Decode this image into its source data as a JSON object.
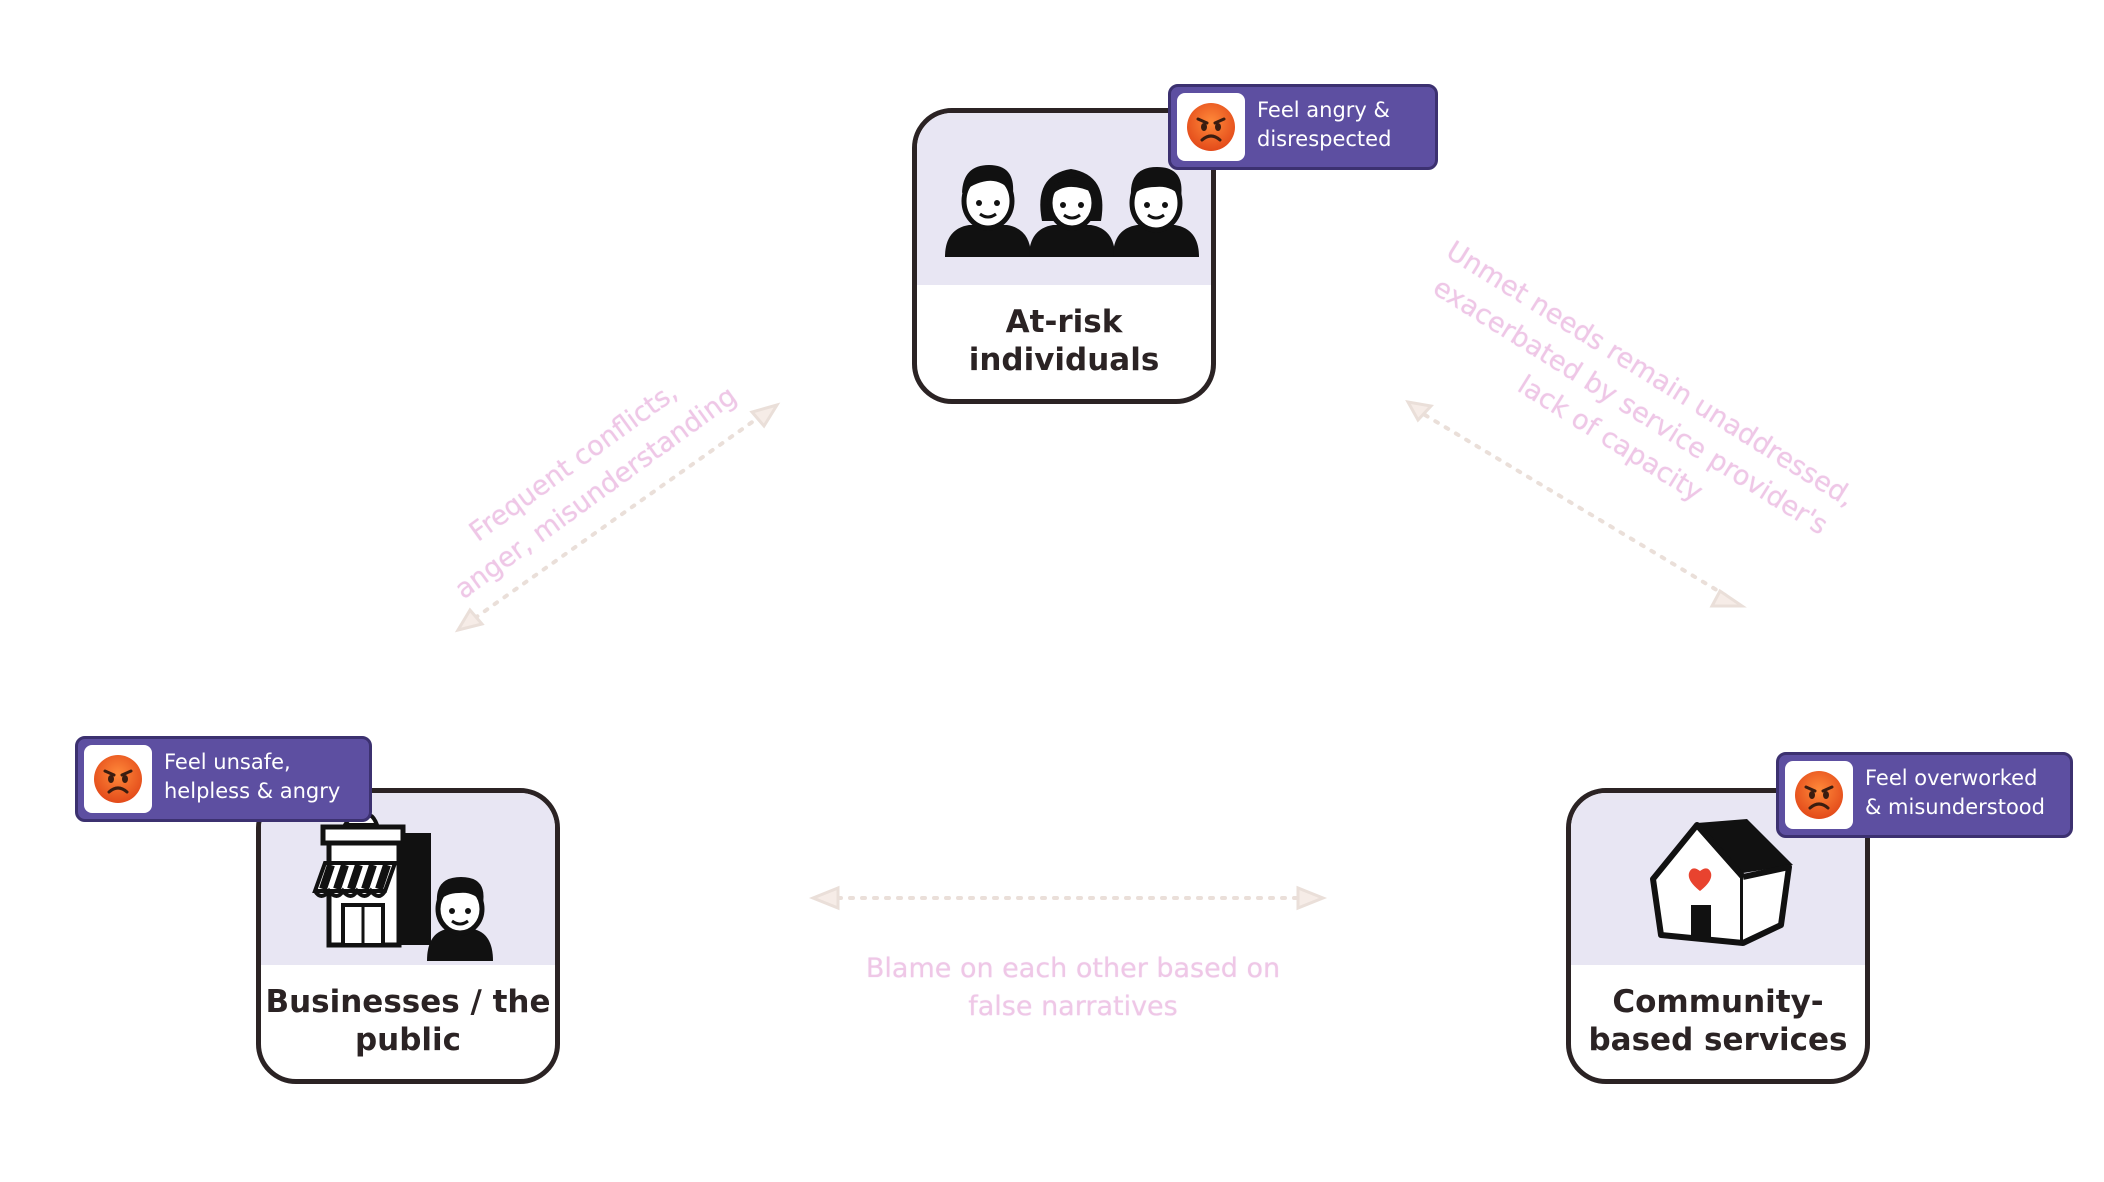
{
  "nodes": {
    "at_risk": {
      "title": "At-risk\nindividuals",
      "feeling": "Feel angry &\ndisrespected"
    },
    "businesses": {
      "title": "Businesses / the\npublic",
      "feeling": "Feel unsafe,\nhelpless & angry"
    },
    "community": {
      "title": "Community-\nbased services",
      "feeling": "Feel overworked\n& misunderstood"
    }
  },
  "edges": {
    "left": "Frequent conflicts,\nanger, misunderstanding",
    "right": "Unmet needs remain unaddressed,\nexacerbated by service provider's\nlack of capacity",
    "bottom": "Blame on each other based on\nfalse narratives"
  },
  "colors": {
    "badge": "#5d4fa1",
    "node_border": "#2b2324",
    "icon_background": "#e8e6f3",
    "edge_text": "#efc7e6",
    "arrow": "#eadfd9",
    "heart": "#e8432f"
  },
  "icons": {
    "at_risk": "people-group-icon",
    "businesses": "storefront-with-person-icon",
    "community": "house-with-heart-icon",
    "feeling": "angry-face-emoji-icon"
  }
}
